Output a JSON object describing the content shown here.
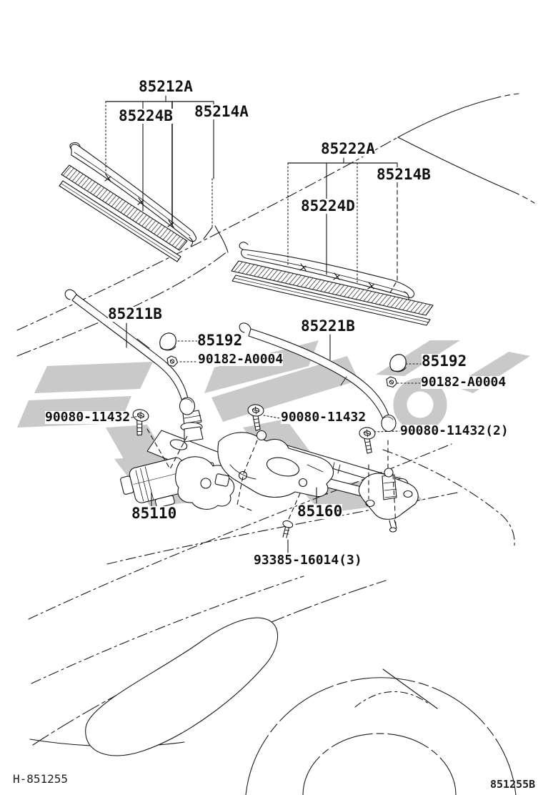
{
  "page": {
    "background": "#ffffff",
    "ink_color": "#1a1a1a",
    "watermark_color": "#c9c9c9"
  },
  "footer": {
    "drawing_code": "H-851255",
    "figure_code": "851255B"
  },
  "labels": {
    "blade_left_assembly": "85212A",
    "blade_left_rubber": "85224B",
    "blade_left_clip": "85214A",
    "blade_right_assembly": "85222A",
    "blade_right_clip": "85214B",
    "blade_right_rubber": "85224D",
    "arm_left": "85211B",
    "arm_right": "85221B",
    "cap_left": "85192",
    "cap_right": "85192",
    "nut_left": "90182-A0004",
    "nut_right": "90182-A0004",
    "bolt_left": "90080-11432",
    "bolt_middle": "90080-11432",
    "bolt_right": "90080-11432(2)",
    "motor": "85110",
    "link_assembly": "85160",
    "clip_bolt": "93385-16014(3)"
  }
}
